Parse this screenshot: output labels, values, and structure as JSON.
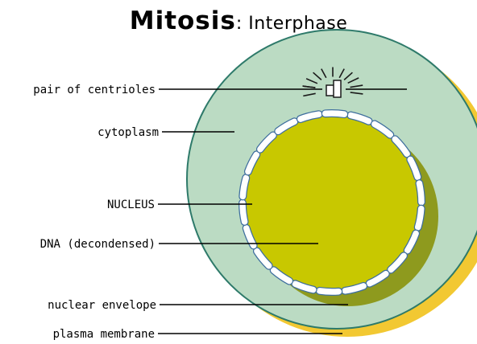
{
  "title": {
    "main": "Mitosis",
    "sub": ": Interphase"
  },
  "labels": {
    "centrioles": "pair of centrioles",
    "cytoplasm": "cytoplasm",
    "nucleus": "NUCLEUS",
    "dna": "DNA (decondensed)",
    "envelope": "nuclear envelope",
    "membrane": "plasma membrane"
  },
  "colors": {
    "cytoplasm": "#bbdbc3",
    "cell_outline": "#2e7a6a",
    "cell_shadow": "#f2c832",
    "nucleus": "#c8c800",
    "nucleus_shadow": "#8e9a1e",
    "envelope_segment": "#ffffff",
    "envelope_outline": "#3e6e9e"
  }
}
